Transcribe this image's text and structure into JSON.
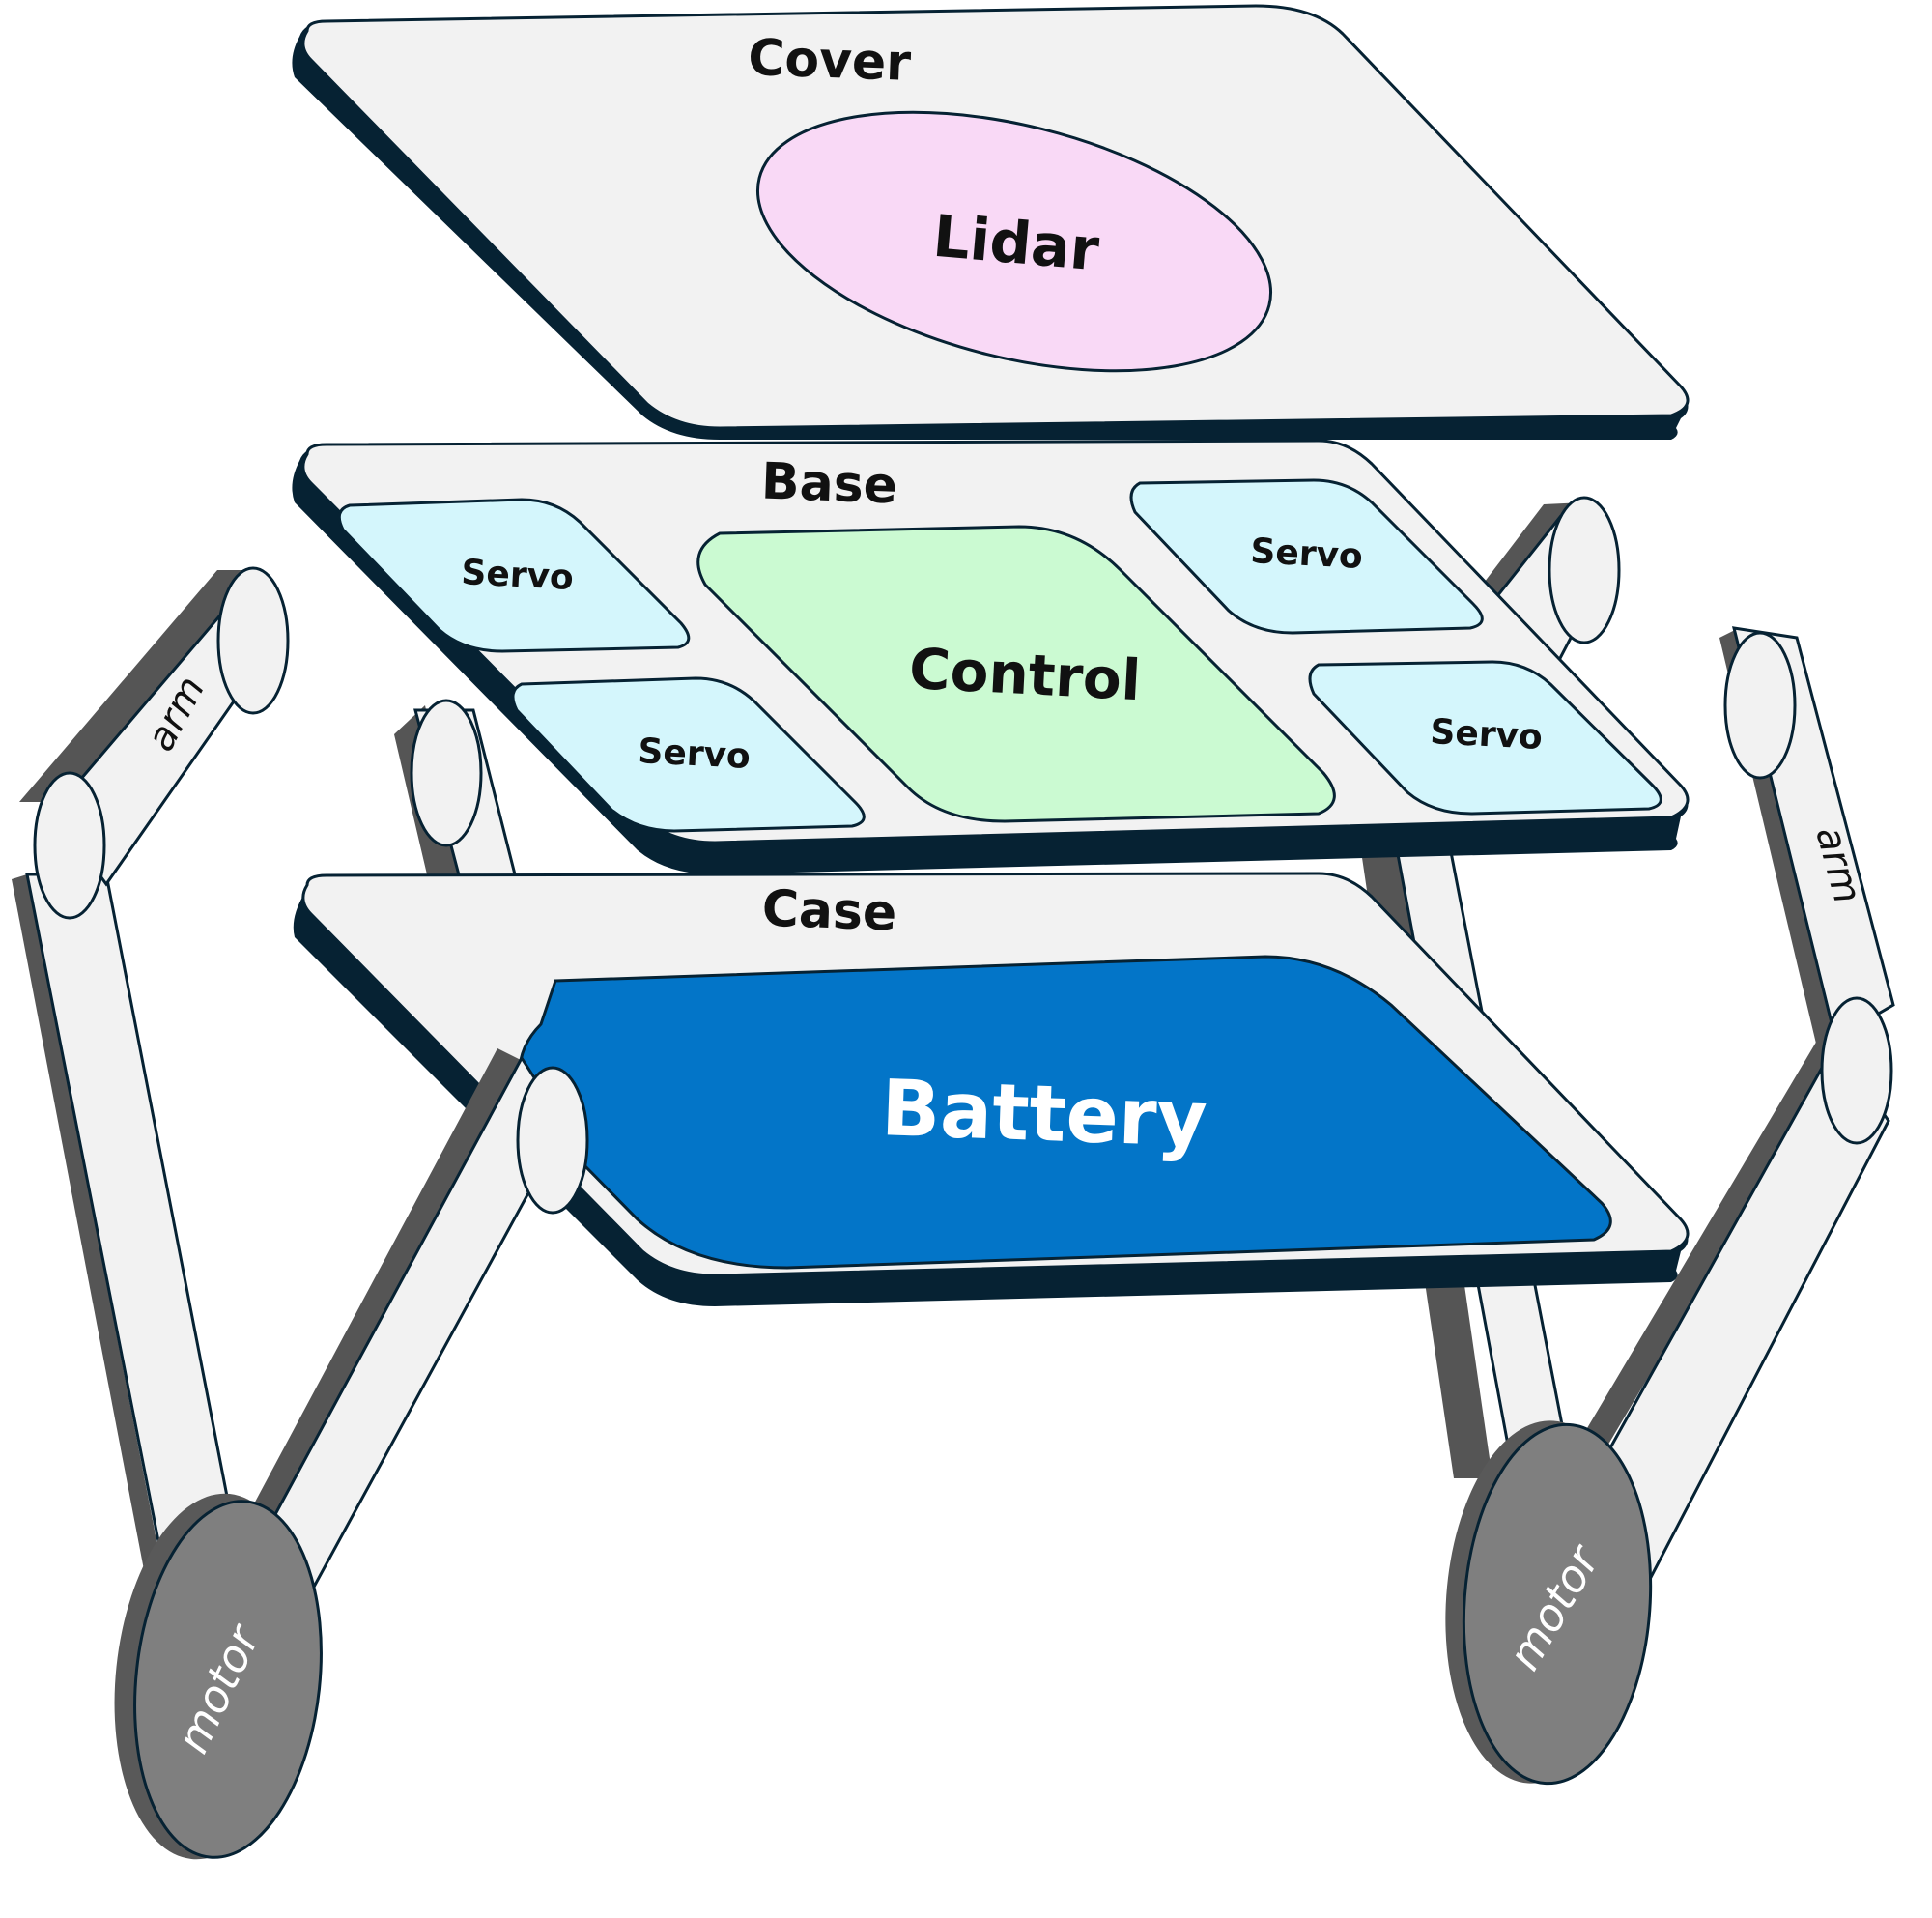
{
  "diagram": {
    "layers": {
      "cover": {
        "label": "Cover",
        "lidar": "Lidar"
      },
      "base": {
        "label": "Base",
        "control": "Control",
        "servos": [
          "Servo",
          "Servo",
          "Servo",
          "Servo"
        ]
      },
      "case": {
        "label": "Case",
        "battery": "Battery"
      }
    },
    "arms": [
      "arm",
      "arm",
      "arm",
      "arm"
    ],
    "motors": [
      "motor",
      "motor"
    ]
  },
  "colors": {
    "plate_fill": "#f2f2f2",
    "plate_edge": "#062233",
    "lidar_fill": "#f9d9f6",
    "control_fill": "#cbfad2",
    "servo_fill": "#d4f6fc",
    "battery_fill": "#0375c8",
    "motor_fill": "#7f7f7f",
    "motor_edge": "#595959",
    "arm_edge": "#555555"
  }
}
